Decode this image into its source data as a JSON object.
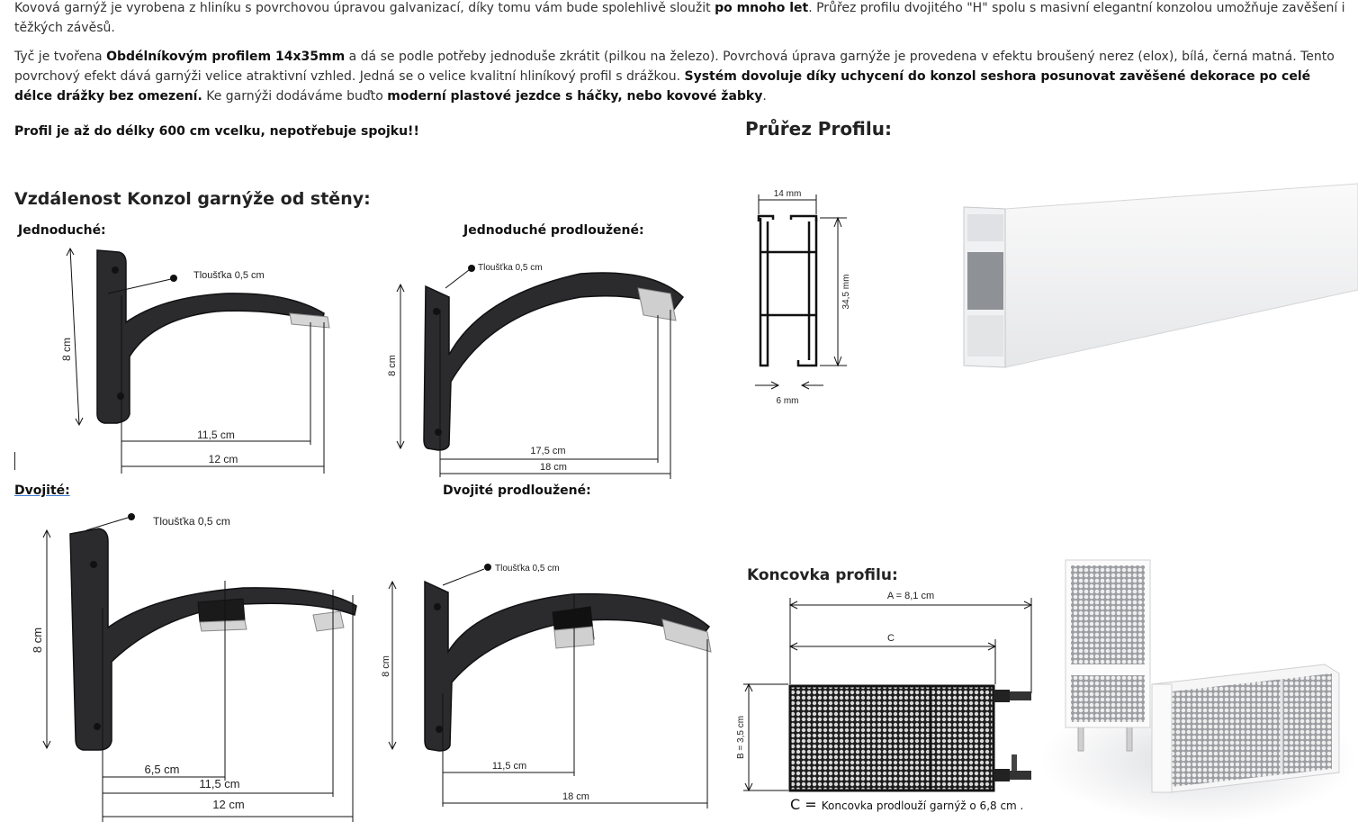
{
  "paragraphs": {
    "p1": {
      "a": "Kovová garnýž je vyrobena z hliníku s povrchovou úpravou galvanizací, díky tomu vám bude spolehlivě sloužit ",
      "b": "po mnoho let",
      "c": ". Průřez profilu dvojitého \"H\" spolu s masivní elegantní konzolou umožňuje zavěšení i těžkých závěsů."
    },
    "p2": {
      "a": " Tyč je tvořena ",
      "b": "Obdélníkovým profilem 14x35mm",
      "c": " a dá se podle potřeby jednoduše zkrátit (pilkou na železo). Povrchová úprava garnýže je provedena v efektu broušený nerez (elox), bílá, černá matná. Tento povrchový efekt dává garnýži velice atraktivní vzhled. Jedná se o velice kvalitní hliníkový profil s drážkou. ",
      "d": "Systém dovoluje díky uchycení do konzol seshora posunovat zavěšené dekorace po celé délce drážky bez omezení.",
      "e": " Ke garnýži dodáváme buďto ",
      "f": "moderní plastové jezdce s háčky, nebo kovové žabky",
      "g": "."
    },
    "p3": "Profil je až do délky 600 cm vcelku, nepotřebuje spojku!!"
  },
  "headings": {
    "distance": "Vzdálenost Konzol garnýže od stěny:",
    "profile": "Průřez Profilu:",
    "endcap": "Koncovka profilu:",
    "single": "Jednoduché:",
    "single_ext": "Jednoduché prodloužené:",
    "double": "Dvojité:",
    "double_ext": "Dvojité prodloužené:"
  },
  "figures": {
    "thickness": "Tloušťka 0,5 cm",
    "single": {
      "height": "8 cm",
      "inner": "11,5 cm",
      "outer": "12 cm"
    },
    "single_ext": {
      "height": "8 cm",
      "inner": "17,5 cm",
      "outer": "18 cm"
    },
    "double": {
      "height": "8 cm",
      "d1": "6,5 cm",
      "d2": "11,5 cm",
      "d3": "12 cm"
    },
    "double_ext": {
      "height": "8 cm",
      "inner": "11,5 cm",
      "outer": "18 cm"
    },
    "profile": {
      "top": "14 mm",
      "height": "34,5 mm",
      "bottom": "6 mm"
    },
    "endcap": {
      "a": "A = 8,1 cm",
      "c": "C",
      "b": "B = 3,5 cm",
      "caption_c": "C = ",
      "caption": "Koncovka prodlouží garnýž o 6,8 cm ."
    }
  },
  "colors": {
    "bracket": "#2b2b2e",
    "bracket_edge": "#111113",
    "rail": "#f4f5f6"
  }
}
